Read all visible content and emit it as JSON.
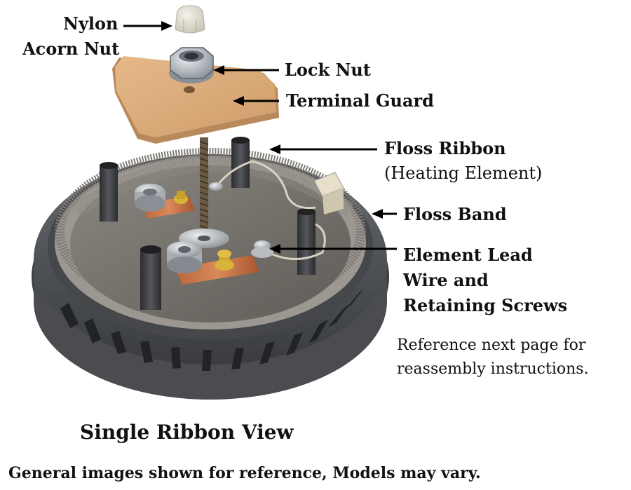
{
  "labels": {
    "nylon_acorn_nut_line1": "Nylon",
    "nylon_acorn_nut_line2": "Acorn Nut",
    "lock_nut": "Lock Nut",
    "terminal_guard": "Terminal Guard",
    "floss_ribbon": "Floss Ribbon",
    "floss_ribbon_sub": "(Heating Element)",
    "floss_band": "Floss Band",
    "element_lead_line1": "Element Lead",
    "element_lead_line2": "Wire and",
    "element_lead_line3": "Retaining Screws"
  },
  "note": {
    "line1": "Reference next page for",
    "line2": "reassembly instructions."
  },
  "title": "Single Ribbon View",
  "disclaimer": "General images shown for reference, Models may vary."
}
